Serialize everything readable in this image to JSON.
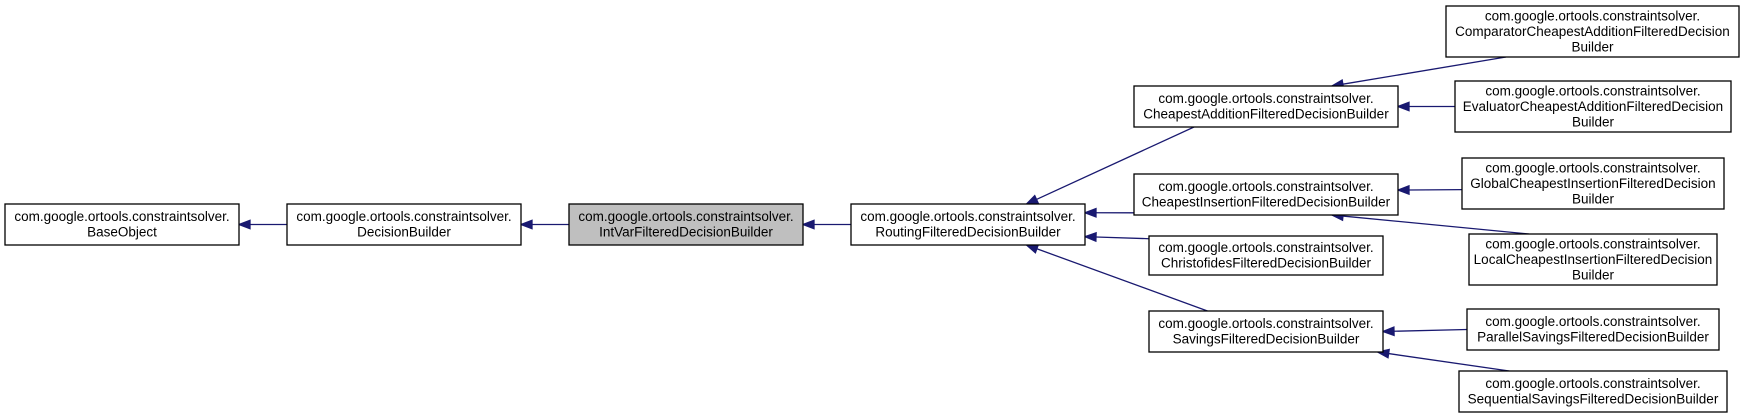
{
  "diagram": {
    "nodes": [
      {
        "id": "base_object",
        "lines": [
          "com.google.ortools.constraintsolver.",
          "BaseObject"
        ],
        "highlight": false
      },
      {
        "id": "decision_builder",
        "lines": [
          "com.google.ortools.constraintsolver.",
          "DecisionBuilder"
        ],
        "highlight": false
      },
      {
        "id": "intvar_filtered",
        "lines": [
          "com.google.ortools.constraintsolver.",
          "IntVarFilteredDecisionBuilder"
        ],
        "highlight": true
      },
      {
        "id": "routing_filtered",
        "lines": [
          "com.google.ortools.constraintsolver.",
          "RoutingFilteredDecisionBuilder"
        ],
        "highlight": false
      },
      {
        "id": "cheapest_addition",
        "lines": [
          "com.google.ortools.constraintsolver.",
          "CheapestAdditionFilteredDecisionBuilder"
        ],
        "highlight": false
      },
      {
        "id": "cheapest_insertion",
        "lines": [
          "com.google.ortools.constraintsolver.",
          "CheapestInsertionFilteredDecisionBuilder"
        ],
        "highlight": false
      },
      {
        "id": "christofides",
        "lines": [
          "com.google.ortools.constraintsolver.",
          "ChristofidesFilteredDecisionBuilder"
        ],
        "highlight": false
      },
      {
        "id": "savings",
        "lines": [
          "com.google.ortools.constraintsolver.",
          "SavingsFilteredDecisionBuilder"
        ],
        "highlight": false
      },
      {
        "id": "comparator_cheapest_addition",
        "lines": [
          "com.google.ortools.constraintsolver.",
          "ComparatorCheapestAdditionFilteredDecision",
          "Builder"
        ],
        "highlight": false
      },
      {
        "id": "evaluator_cheapest_addition",
        "lines": [
          "com.google.ortools.constraintsolver.",
          "EvaluatorCheapestAdditionFilteredDecision",
          "Builder"
        ],
        "highlight": false
      },
      {
        "id": "global_cheapest_insertion",
        "lines": [
          "com.google.ortools.constraintsolver.",
          "GlobalCheapestInsertionFilteredDecision",
          "Builder"
        ],
        "highlight": false
      },
      {
        "id": "local_cheapest_insertion",
        "lines": [
          "com.google.ortools.constraintsolver.",
          "LocalCheapestInsertionFilteredDecision",
          "Builder"
        ],
        "highlight": false
      },
      {
        "id": "parallel_savings",
        "lines": [
          "com.google.ortools.constraintsolver.",
          "ParallelSavingsFilteredDecisionBuilder"
        ],
        "highlight": false
      },
      {
        "id": "sequential_savings",
        "lines": [
          "com.google.ortools.constraintsolver.",
          "SequentialSavingsFilteredDecisionBuilder"
        ],
        "highlight": false
      }
    ],
    "edges": [
      {
        "from": "decision_builder",
        "to": "base_object"
      },
      {
        "from": "intvar_filtered",
        "to": "decision_builder"
      },
      {
        "from": "routing_filtered",
        "to": "intvar_filtered"
      },
      {
        "from": "cheapest_addition",
        "to": "routing_filtered"
      },
      {
        "from": "cheapest_insertion",
        "to": "routing_filtered"
      },
      {
        "from": "christofides",
        "to": "routing_filtered"
      },
      {
        "from": "savings",
        "to": "routing_filtered"
      },
      {
        "from": "comparator_cheapest_addition",
        "to": "cheapest_addition"
      },
      {
        "from": "evaluator_cheapest_addition",
        "to": "cheapest_addition"
      },
      {
        "from": "global_cheapest_insertion",
        "to": "cheapest_insertion"
      },
      {
        "from": "local_cheapest_insertion",
        "to": "cheapest_insertion"
      },
      {
        "from": "parallel_savings",
        "to": "savings"
      },
      {
        "from": "sequential_savings",
        "to": "savings"
      }
    ]
  }
}
